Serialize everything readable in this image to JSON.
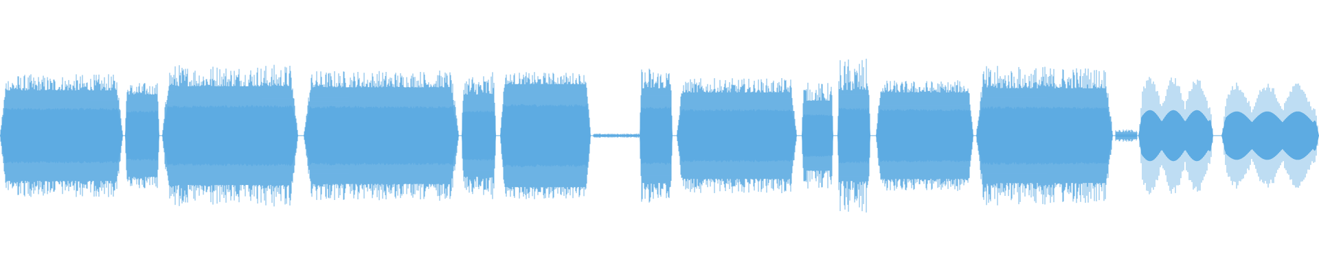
{
  "waveform": {
    "color": "#5DABE2",
    "background": "#FFFFFF",
    "segments": [
      {
        "start": 0.0,
        "end": 0.093,
        "level": 0.44,
        "peak": 0.6,
        "shape": "dense"
      },
      {
        "start": 0.095,
        "end": 0.121,
        "level": 0.4,
        "peak": 0.52,
        "shape": "dense"
      },
      {
        "start": 0.123,
        "end": 0.226,
        "level": 0.48,
        "peak": 0.7,
        "shape": "dense"
      },
      {
        "start": 0.23,
        "end": 0.348,
        "level": 0.47,
        "peak": 0.64,
        "shape": "dense"
      },
      {
        "start": 0.35,
        "end": 0.376,
        "level": 0.4,
        "peak": 0.62,
        "shape": "dense"
      },
      {
        "start": 0.379,
        "end": 0.448,
        "level": 0.5,
        "peak": 0.62,
        "shape": "dense"
      },
      {
        "start": 0.45,
        "end": 0.485,
        "level": 0.01,
        "peak": 0.02,
        "shape": "flat"
      },
      {
        "start": 0.485,
        "end": 0.51,
        "level": 0.46,
        "peak": 0.68,
        "shape": "dense"
      },
      {
        "start": 0.513,
        "end": 0.604,
        "level": 0.42,
        "peak": 0.56,
        "shape": "dense"
      },
      {
        "start": 0.608,
        "end": 0.632,
        "level": 0.34,
        "peak": 0.52,
        "shape": "dense"
      },
      {
        "start": 0.635,
        "end": 0.66,
        "level": 0.44,
        "peak": 0.76,
        "shape": "dense"
      },
      {
        "start": 0.664,
        "end": 0.738,
        "level": 0.42,
        "peak": 0.54,
        "shape": "dense"
      },
      {
        "start": 0.74,
        "end": 0.844,
        "level": 0.46,
        "peak": 0.68,
        "shape": "dense"
      },
      {
        "start": 0.846,
        "end": 0.862,
        "level": 0.02,
        "peak": 0.06,
        "shape": "flat"
      },
      {
        "start": 0.863,
        "end": 0.92,
        "level": 0.4,
        "peak": 0.58,
        "shape": "beats"
      },
      {
        "start": 0.926,
        "end": 1.0,
        "level": 0.38,
        "peak": 0.52,
        "shape": "beats"
      }
    ]
  }
}
